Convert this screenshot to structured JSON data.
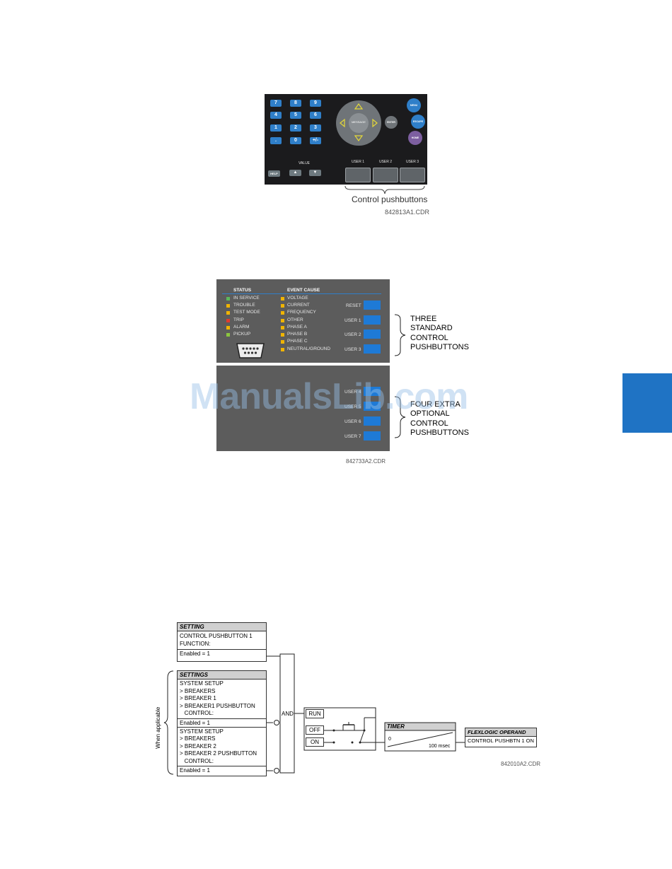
{
  "keypad": {
    "keys": [
      "7",
      "8",
      "9",
      "4",
      "5",
      "6",
      "1",
      "2",
      "3",
      ".",
      "0",
      "+/-"
    ],
    "message_label": "MESSAGE",
    "enter_label": "ENTER",
    "menu_label": "MENU",
    "escape_label": "ESCAPE",
    "help_label": "HELP",
    "value_label": "VALUE",
    "home_label": "HOME",
    "user_labels": [
      "USER 1",
      "USER 2",
      "USER 3"
    ],
    "up_arrow": "▲",
    "down_arrow": "▼",
    "bracket_label": "Control pushbuttons",
    "figure_code": "842813A1.CDR",
    "colors": {
      "body": "#1b1b1d",
      "key": "#2f7fc9",
      "nav": "#6f7478",
      "arrow": "#e4d83a"
    }
  },
  "status_panel": {
    "status_header": "STATUS",
    "event_header": "EVENT CAUSE",
    "status_items": [
      {
        "label": "IN SERVICE",
        "color": "#5cb85c"
      },
      {
        "label": "TROUBLE",
        "color": "#f0b400"
      },
      {
        "label": "TEST MODE",
        "color": "#f0b400"
      },
      {
        "label": "TRIP",
        "color": "#e03b2e"
      },
      {
        "label": "ALARM",
        "color": "#f0b400"
      },
      {
        "label": "PICKUP",
        "color": "#8cc63f"
      }
    ],
    "event_items": [
      "VOLTAGE",
      "CURRENT",
      "FREQUENCY",
      "OTHER",
      "PHASE A",
      "PHASE B",
      "PHASE C",
      "NEUTRAL/GROUND"
    ],
    "reset_label": "RESET",
    "user_buttons_top": [
      "USER 1",
      "USER 2",
      "USER 3"
    ],
    "user_buttons_bottom": [
      "USER 4",
      "USER 5",
      "USER 6",
      "USER 7"
    ],
    "three_standard_lines": [
      "THREE",
      "STANDARD",
      "CONTROL",
      "PUSHBUTTONS"
    ],
    "four_extra_lines": [
      "FOUR EXTRA",
      "OPTIONAL",
      "CONTROL",
      "PUSHBUTTONS"
    ],
    "figure_code": "842733A2.CDR"
  },
  "watermark": "ManualsLib.com",
  "logic": {
    "setting_header": "SETTING",
    "setting_lines": [
      "CONTROL PUSHBUTTON 1",
      "FUNCTION:"
    ],
    "setting_value": "Enabled = 1",
    "settings_header": "SETTINGS",
    "settings_block1": [
      "SYSTEM SETUP",
      "> BREAKERS",
      "> BREAKER 1",
      "> BREAKER1 PUSHBUTTON",
      "   CONTROL:"
    ],
    "settings_value1": "Enabled = 1",
    "settings_block2": [
      "SYSTEM SETUP",
      "> BREAKERS",
      "> BREAKER 2",
      "> BREAKER 2 PUSHBUTTON",
      "   CONTROL:"
    ],
    "settings_value2": "Enabled = 1",
    "when_applicable": "When applicable",
    "and_label": "AND",
    "run_label": "RUN",
    "off_label": "OFF",
    "on_label": "ON",
    "timer_header": "TIMER",
    "timer_start": "0",
    "timer_end": "100 msec",
    "operand_header": "FLEXLOGIC OPERAND",
    "operand_value": "CONTROL PUSHBTN 1 ON",
    "figure_code": "842010A2.CDR"
  }
}
